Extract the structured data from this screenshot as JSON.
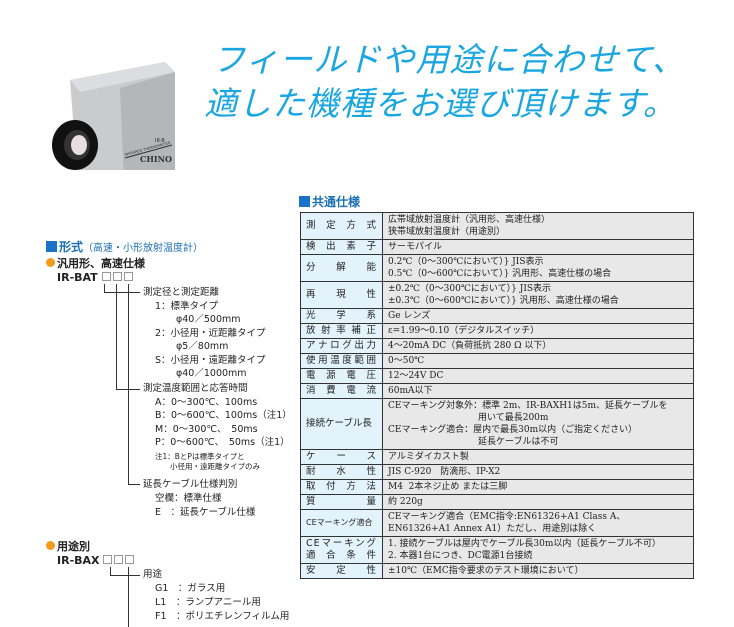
{
  "headline": [
    "フィールドや用途に合わせて、",
    "適した機種をお選び頂けます。"
  ],
  "camera": {
    "brand": "CHINO",
    "model": "IR-B",
    "label": "INFRARED THERMOMETER"
  },
  "format_section": {
    "title": "形式",
    "subtitle": "（高速・小形放射温度計）",
    "general": {
      "title": "汎用形、高速仕様",
      "model": "IR-BAT",
      "groups": [
        {
          "heading": "測定径と測定距離",
          "items": [
            "1：標準タイプ",
            "φ40／500mm",
            "2：小径用・近距離タイプ",
            "φ5／80mm",
            "S：小径用・遠距離タイプ",
            "φ40／1000mm"
          ]
        },
        {
          "heading": "測定温度範囲と応答時間",
          "items": [
            "A：0～300℃、100ms",
            "B：0～600℃、100ms（注1）",
            "M：0～300℃、　50ms",
            "P：0～600℃、　50ms（注1）"
          ],
          "notes": [
            "注1：BとPは標準タイプと",
            "小径用・遠距離タイプのみ"
          ]
        },
        {
          "heading": "延長ケーブル仕様判別",
          "items": [
            "空欄：標準仕様",
            "E　：延長ケーブル仕様"
          ]
        }
      ]
    },
    "application": {
      "title": "用途別",
      "model": "IR-BAX",
      "groups": [
        {
          "heading": "用途",
          "items": [
            "G1　：ガラス用",
            "L1　：ランプアニール用",
            "F1　：ポリエチレンフィルム用"
          ]
        }
      ]
    }
  },
  "spec_section": {
    "title": "共通仕様",
    "rows": [
      {
        "label": "測定方式",
        "value": "広帯域放射温度計（汎用形、高速仕様）\n狭帯域放射温度計（用途別）"
      },
      {
        "label": "検出素子",
        "value": "サーモパイル"
      },
      {
        "label": "分解能",
        "value": "0.2℃（0～300℃において）} JIS表示\n0.5℃（0～600℃において）} 汎用形、高速仕様の場合"
      },
      {
        "label": "再現性",
        "value": "±0.2℃（0～300℃において）} JIS表示\n±0.3℃（0～600℃において）} 汎用形、高速仕様の場合"
      },
      {
        "label": "光学系",
        "value": "Ge レンズ"
      },
      {
        "label": "放射率補正",
        "value": "ε=1.99～0.10（デジタルスイッチ）"
      },
      {
        "label": "アナログ出力",
        "value": "4～20mA DC（負荷抵抗 280 Ω 以下）"
      },
      {
        "label": "使用温度範囲",
        "value": "0～50℃"
      },
      {
        "label": "電源電圧",
        "value": "12～24V DC"
      },
      {
        "label": "消費電流",
        "value": "60mA以下"
      },
      {
        "label": "接続ケーブル長",
        "value": "CEマーキング対象外：標準 2m、IR-BAXH1は5m、延長ケーブルを\n　　　　　　　　　　用いて最長200m\nCEマーキング適合：屋内で最長30m以内（ご指定ください）\n　　　　　　　　　　延長ケーブルは不可"
      },
      {
        "label": "ケース",
        "value": "アルミダイカスト製"
      },
      {
        "label": "耐水性",
        "value": "JIS C-920　防滴形、IP-X2"
      },
      {
        "label": "取付方法",
        "value": "M4  2本ネジ止め または三脚"
      },
      {
        "label": "質量",
        "value": "約 220g"
      },
      {
        "label": "CEマーキング適合",
        "value": "CEマーキング適合（EMC指令:EN61326+A1 Class A、\nEN61326+A1 Annex A1）ただし、用途別は除く"
      },
      {
        "label": "CEマーキング適合条件",
        "value": "1. 接続ケーブルは屋内でケーブル長30m以内（延長ケーブル不可）\n2. 本器1台につき、DC電源1台接続"
      },
      {
        "label": "安定性",
        "value": "±10℃（EMC指令要求のテスト環境において）"
      }
    ]
  }
}
